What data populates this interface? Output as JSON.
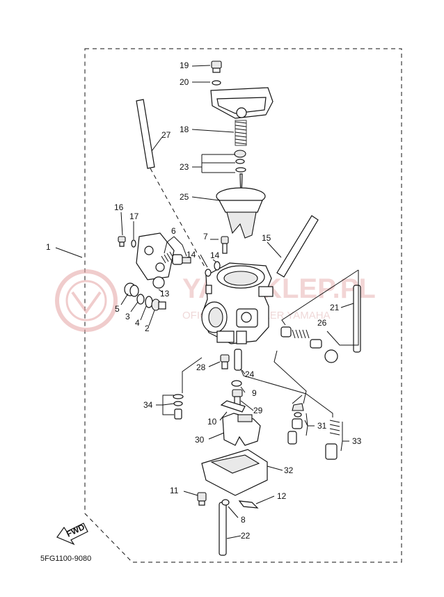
{
  "diagram": {
    "code": "5FG1100-9080",
    "arrow_label": "FWD",
    "watermark": {
      "brand": "YAMAKLEP.PL",
      "tagline": "OFICJALNY DEALER YAMAHA"
    },
    "callouts": [
      {
        "id": "c1",
        "text": "1"
      },
      {
        "id": "c2",
        "text": "2"
      },
      {
        "id": "c3",
        "text": "3"
      },
      {
        "id": "c4",
        "text": "4"
      },
      {
        "id": "c5",
        "text": "5"
      },
      {
        "id": "c6",
        "text": "6"
      },
      {
        "id": "c7",
        "text": "7"
      },
      {
        "id": "c8",
        "text": "8"
      },
      {
        "id": "c9",
        "text": "9"
      },
      {
        "id": "c10",
        "text": "10"
      },
      {
        "id": "c11",
        "text": "11"
      },
      {
        "id": "c12",
        "text": "12"
      },
      {
        "id": "c13",
        "text": "13"
      },
      {
        "id": "c14a",
        "text": "14"
      },
      {
        "id": "c14b",
        "text": "14"
      },
      {
        "id": "c15",
        "text": "15"
      },
      {
        "id": "c16",
        "text": "16"
      },
      {
        "id": "c17",
        "text": "17"
      },
      {
        "id": "c18",
        "text": "18"
      },
      {
        "id": "c19",
        "text": "19"
      },
      {
        "id": "c20",
        "text": "20"
      },
      {
        "id": "c21",
        "text": "21"
      },
      {
        "id": "c22",
        "text": "22"
      },
      {
        "id": "c23",
        "text": "23"
      },
      {
        "id": "c24",
        "text": "24"
      },
      {
        "id": "c25",
        "text": "25"
      },
      {
        "id": "c26",
        "text": "26"
      },
      {
        "id": "c27",
        "text": "27"
      },
      {
        "id": "c28",
        "text": "28"
      },
      {
        "id": "c29",
        "text": "29"
      },
      {
        "id": "c30",
        "text": "30"
      },
      {
        "id": "c31",
        "text": "31"
      },
      {
        "id": "c32",
        "text": "32"
      },
      {
        "id": "c33",
        "text": "33"
      },
      {
        "id": "c34",
        "text": "34"
      }
    ]
  }
}
